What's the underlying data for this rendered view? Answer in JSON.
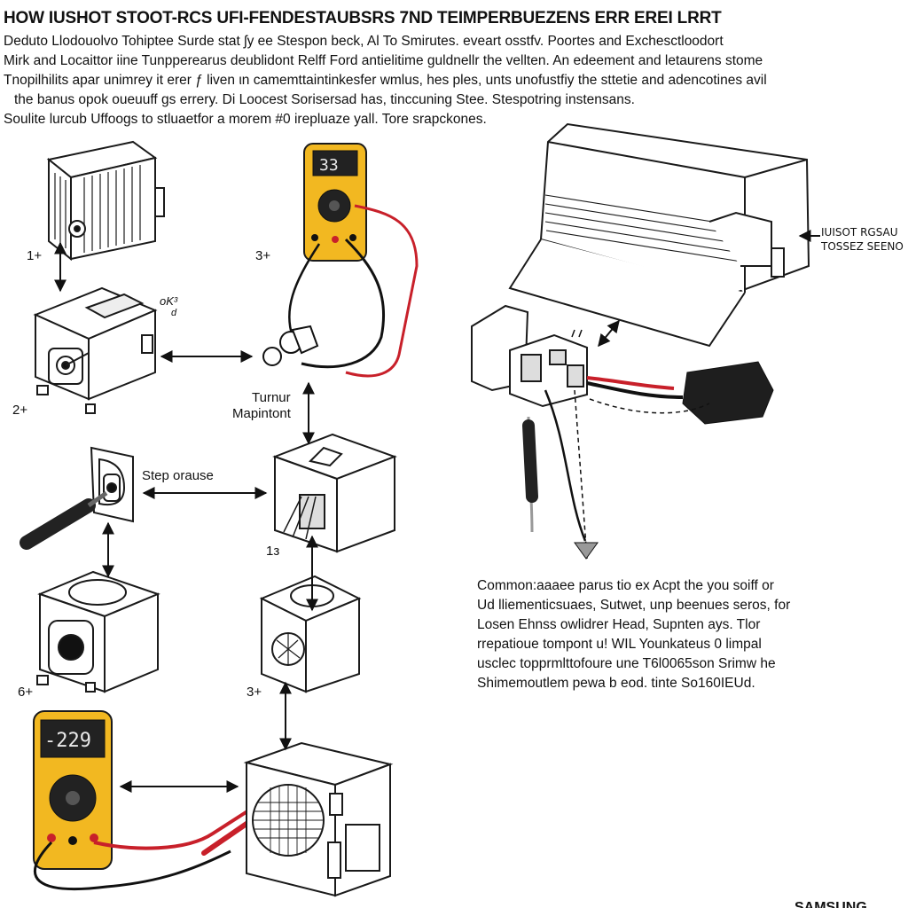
{
  "title": "HOW IUSHOT STOOT-RCS UFI-FENDESTAUBSRS 7ND TEIMPERBUEZENS ERR EREI LRRT",
  "intro_lines": [
    "Deduto Llodouolvo Tohiptee Surde stat ʃy ee Stespon beck, Al To Smirutes. eveart osstfv. Poortes and Exchesctloodort",
    "Mirk and Locaittor iine Tunpperearus deublidont Relff Ford antielitime guldnellr the vellten. An edeement and letaurens stome",
    "Tnopilhilits apar unimrey it erer ƒ liven ιn camemttaintinkesfer wmlus, hes ples, unts unofustfiy the sttetie and adencotines avil",
    "the banus opok oueuuff gs errery. Di Loocest Sorisersad has, tinccuning Stee. Stespotring instensans.",
    "Soulite lurcub Uffoogs to stluaetfor a morem #0 irepluaze yall. Tore srapckones."
  ],
  "steps": {
    "s1": "1+",
    "s2": "2+",
    "s3a": "3+",
    "s3b": "3+",
    "s6": "6+",
    "s12": "1ᴈ"
  },
  "labels": {
    "turnur": "Turnur",
    "mapintont": "Mapintont",
    "step_orause": "Step orause",
    "ok_mark": "oK³",
    "ok_sub": "d"
  },
  "meters": {
    "top_display": "33",
    "bottom_display": "-229"
  },
  "side_label": {
    "line1": "IUISOT RGSAU",
    "line2": "TOSSEZ SEENO"
  },
  "note_lines": [
    "Common:aaaee parus tio ex Acpt the you soiff or",
    "Ud lliementicsuaes, Sutwet, unp beenues seros, for",
    "Losen Ehnss owlidrer Head, Supnten ays. Tlor",
    "rrepatioue tompont u! WIL Younkateus 0 limpal",
    "usclec topprmlttofoure une T6l0065son Srimw he",
    "Shimemoutlem pewa b eod. tinte So160IEUd."
  ],
  "brand": "SAMSUNG",
  "colors": {
    "meter_yellow": "#f2b821",
    "probe_red": "#c8202a",
    "outline": "#1a1a1a"
  }
}
